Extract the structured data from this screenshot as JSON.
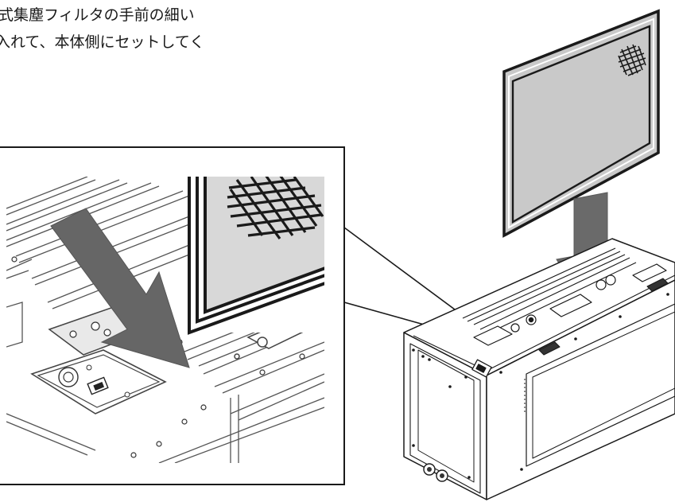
{
  "instruction": {
    "line1": "式集塵フィルタの手前の細い",
    "line2": "入れて、本体側にセットしてく"
  },
  "colors": {
    "filter_panel": "#c9c9c9",
    "filter_frame": "#1a1a1a",
    "arrow": "#6a6a6a",
    "arrow_zoom": "#666666",
    "line": "#1a1a1a",
    "background": "#ffffff"
  },
  "icons": {
    "mesh": "filter-mesh-icon",
    "arrow": "down-arrow"
  }
}
